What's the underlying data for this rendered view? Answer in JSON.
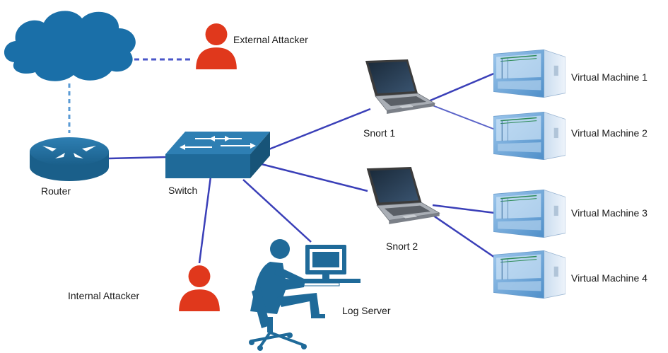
{
  "diagram": {
    "colors": {
      "network_blue": "#1f6a99",
      "link_blue": "#3a3fb8",
      "dashed_link": "#5b9bd5",
      "attacker_red": "#e0381c",
      "vm_blue": "#7fb2e0"
    },
    "nodes": {
      "cloud": {
        "label": "",
        "icon": "cloud-icon"
      },
      "external_attacker": {
        "label": "External Attacker",
        "icon": "user-icon"
      },
      "router": {
        "label": "Router",
        "icon": "router-icon"
      },
      "switch": {
        "label": "Switch",
        "icon": "switch-icon"
      },
      "snort1": {
        "label": "Snort 1",
        "icon": "laptop-icon"
      },
      "snort2": {
        "label": "Snort 2",
        "icon": "laptop-icon"
      },
      "vm1": {
        "label": "Virtual Machine 1",
        "icon": "server-icon"
      },
      "vm2": {
        "label": "Virtual Machine 2",
        "icon": "server-icon"
      },
      "vm3": {
        "label": "Virtual Machine 3",
        "icon": "server-icon"
      },
      "vm4": {
        "label": "Virtual Machine 4",
        "icon": "server-icon"
      },
      "internal_attacker": {
        "label": "Internal Attacker",
        "icon": "user-icon"
      },
      "log_server": {
        "label": "Log Server",
        "icon": "workstation-icon"
      }
    },
    "links": [
      {
        "from": "cloud",
        "to": "external_attacker",
        "style": "dashed"
      },
      {
        "from": "cloud",
        "to": "router",
        "style": "dashed"
      },
      {
        "from": "router",
        "to": "switch",
        "style": "solid"
      },
      {
        "from": "switch",
        "to": "snort1",
        "style": "solid"
      },
      {
        "from": "switch",
        "to": "snort2",
        "style": "solid"
      },
      {
        "from": "switch",
        "to": "internal_attacker",
        "style": "solid"
      },
      {
        "from": "switch",
        "to": "log_server",
        "style": "solid"
      },
      {
        "from": "snort1",
        "to": "vm1",
        "style": "solid"
      },
      {
        "from": "snort1",
        "to": "vm2",
        "style": "solid"
      },
      {
        "from": "snort2",
        "to": "vm3",
        "style": "solid"
      },
      {
        "from": "snort2",
        "to": "vm4",
        "style": "solid"
      }
    ]
  }
}
